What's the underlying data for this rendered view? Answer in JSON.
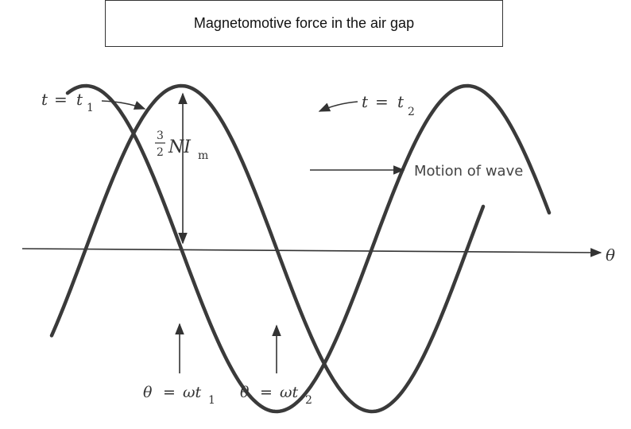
{
  "title": "Magnetomotive force in the air gap",
  "labels": {
    "t1": {
      "lhs": "t",
      "eq": "=",
      "rhs": "t",
      "sub": "1"
    },
    "t2": {
      "lhs": "t",
      "eq": "=",
      "rhs": "t",
      "sub": "2"
    },
    "amplitude": {
      "num": "3",
      "den": "2",
      "main": "NI",
      "sub": "m"
    },
    "motion": "Motion of wave",
    "axis": "θ",
    "theta1": {
      "lhs": "θ",
      "eq": "=",
      "rhs": "ωt",
      "sub": "1"
    },
    "theta2": {
      "lhs": "θ",
      "eq": "=",
      "rhs": "ωt",
      "sub": "2"
    }
  },
  "waves": [
    {
      "name": "t = t1",
      "phase": 0
    },
    {
      "name": "t = t2",
      "phase": 0.2
    }
  ]
}
